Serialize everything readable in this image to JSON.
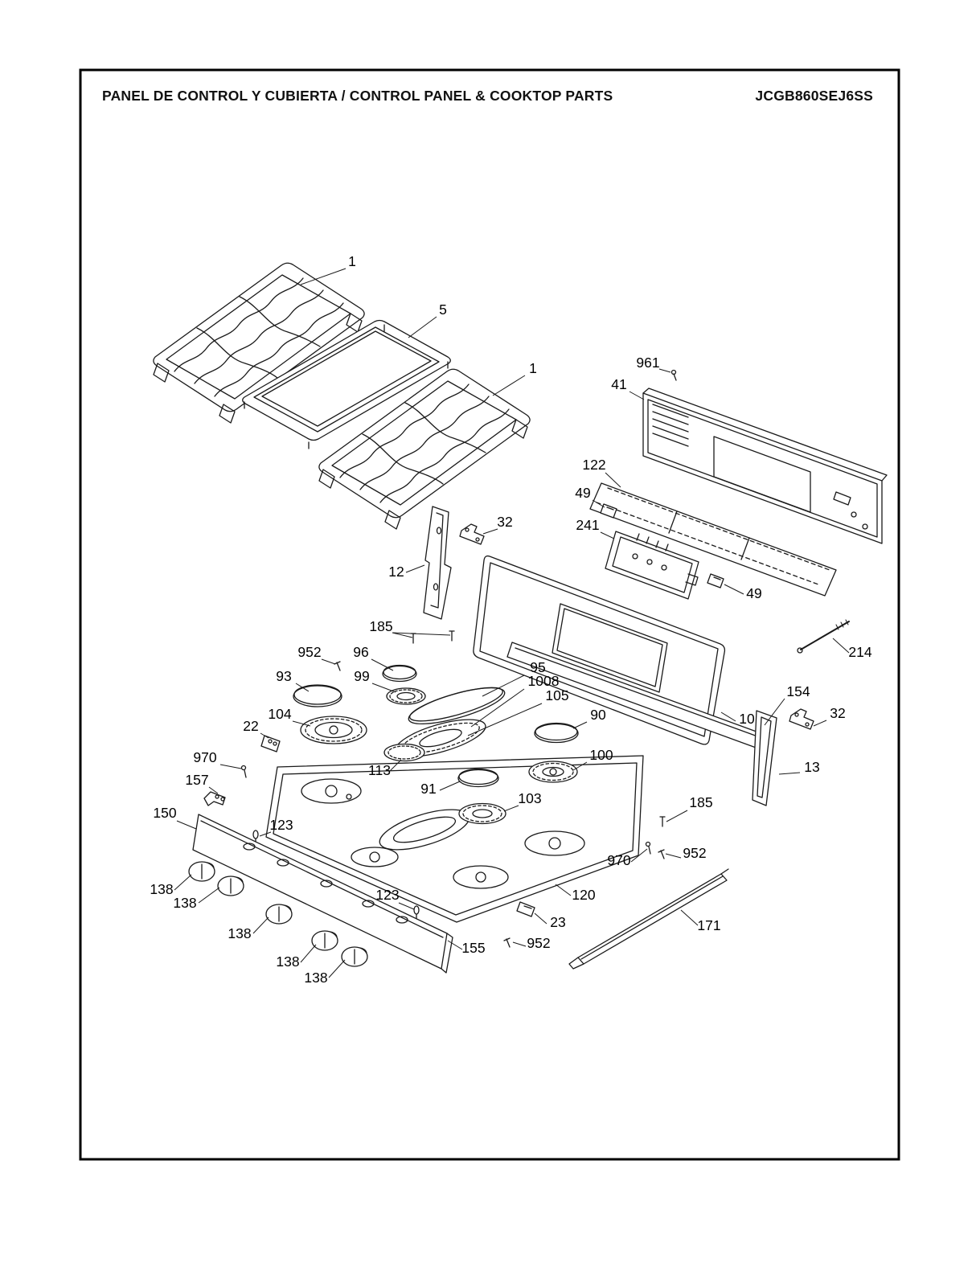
{
  "header": {
    "title": "PANEL DE CONTROL Y CUBIERTA / CONTROL PANEL & COOKTOP PARTS",
    "model": "JCGB860SEJ6SS"
  },
  "diagram": {
    "type": "exploded-parts-diagram",
    "subject": "Gas range control panel and cooktop exploded view",
    "part_labels": [
      "1",
      "5",
      "1",
      "961",
      "41",
      "122",
      "49",
      "241",
      "32",
      "12",
      "49",
      "185",
      "952",
      "96",
      "93",
      "99",
      "95",
      "1008",
      "105",
      "90",
      "104",
      "22",
      "100",
      "970",
      "157",
      "113",
      "91",
      "103",
      "150",
      "123",
      "185",
      "952",
      "970",
      "10",
      "154",
      "214",
      "32",
      "13",
      "120",
      "23",
      "952",
      "155",
      "123",
      "171",
      "138",
      "138",
      "138",
      "138",
      "138"
    ]
  },
  "colors": {
    "line": "#1a1a1a",
    "background": "#ffffff"
  }
}
